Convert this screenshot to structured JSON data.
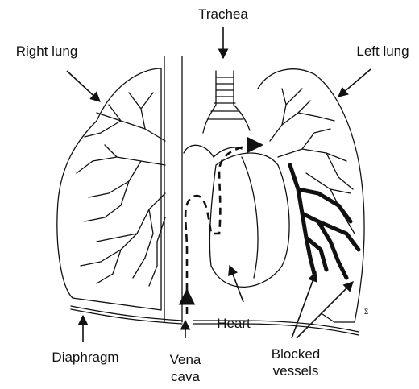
{
  "labels": {
    "trachea": "Trachea",
    "right_lung": "Right lung",
    "left_lung": "Left lung",
    "heart": "Heart",
    "diaphragm": "Diaphragm",
    "vena_cava_line1": "Vena",
    "vena_cava_line2": "cava",
    "blocked_line1": "Blocked",
    "blocked_line2": "vessels"
  },
  "colors": {
    "ink": "#111111",
    "background": "#ffffff"
  }
}
